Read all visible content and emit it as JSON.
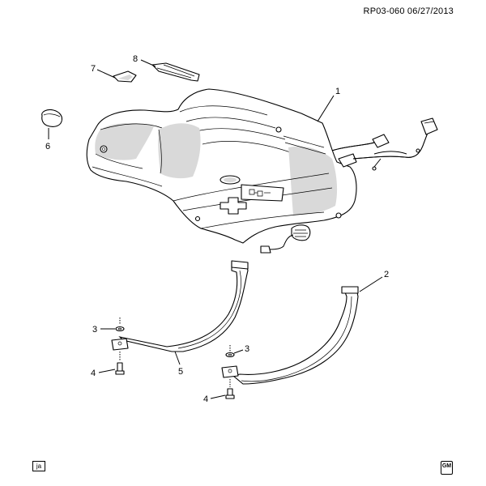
{
  "reference": "RP03-060  06/27/2013",
  "callouts": [
    {
      "id": "1",
      "label": "1"
    },
    {
      "id": "2",
      "label": "2"
    },
    {
      "id": "3a",
      "label": "3"
    },
    {
      "id": "3b",
      "label": "3"
    },
    {
      "id": "4a",
      "label": "4"
    },
    {
      "id": "4b",
      "label": "4"
    },
    {
      "id": "5",
      "label": "5"
    },
    {
      "id": "6",
      "label": "6"
    },
    {
      "id": "7",
      "label": "7"
    },
    {
      "id": "8",
      "label": "8"
    }
  ],
  "language_code": "ja",
  "logo_text": "GM"
}
